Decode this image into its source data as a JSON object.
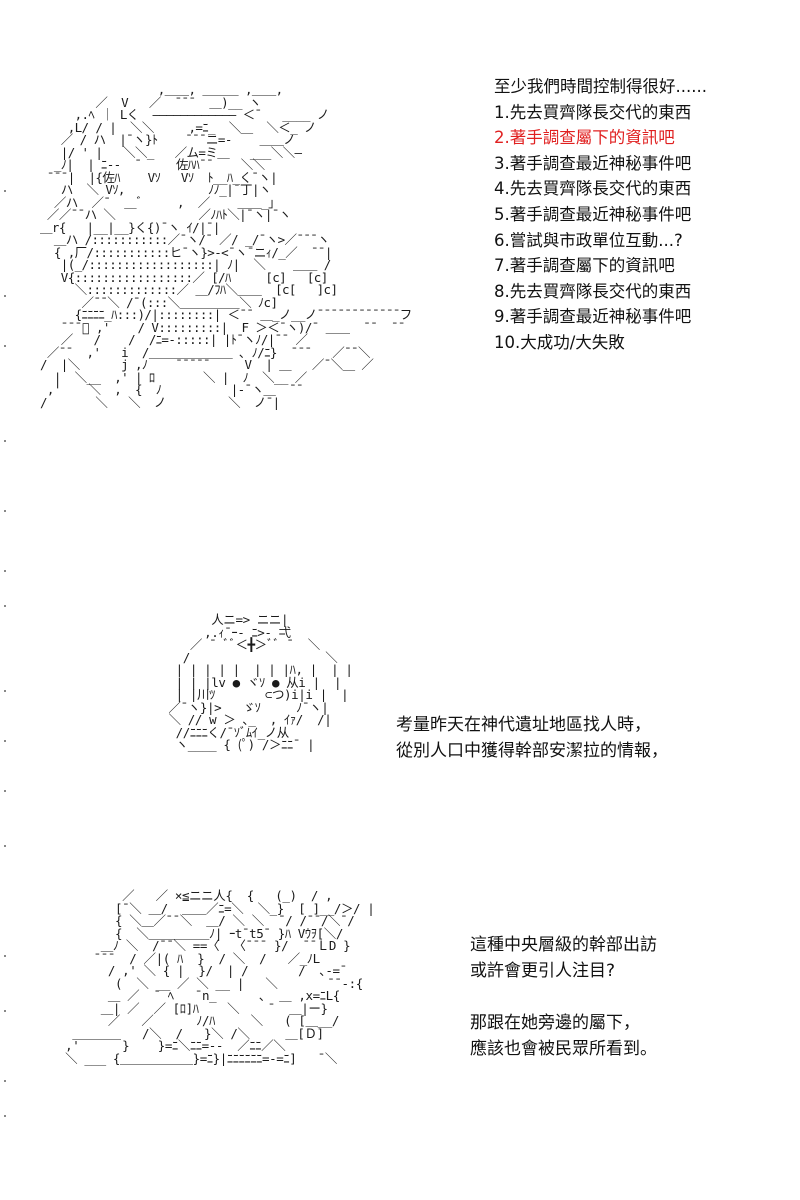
{
  "panel1": {
    "ascii_art": "                 ,＿＿, ＿＿＿ ,＿＿,\n        ／  V   ／  ¯¯¯  ＿)__ ヽ\n     ,.ﾍ ｜ Lく  ―――――――――――― ＜¯   ____ ノ\n    ,L/ / |  ＼＼     ,=ﾆ_  ＼＿  ＼＜_ ノ\n   ／ / ハ  |¯ヽ}ﾄ    ¯¯¯ニ=-    ＿＿ノ\n   |/ ' |   ＼＼_   ／ム=ミ＿   ___＼＼―\n  _ﾉ|  | ﾆ--  ¯     佐ﾊﾊ¯¯    ＼＼\n ¯¯¯|  |{佐ﾊ    Vｿ   Vｿ  ﾄ__ﾊ_く¯ヽ|\n   ハ  ＼ Vｿ,            ﾉﾉ_|¯丁|ヽ\n  ／ハ  ／¯  ＿ﾞ     ,  ／    ＿＿_」\n ／／¯¯ハ ＼            ／ﾉﾊﾄ＼|¯ヽ|¯ヽ\n＿r{   |__|__}く{)¯ヽ ｲ/|¯|\n  ＿ハ /:::::::::::／¯ヽ/¯ ／/ _/¯ヽ>／¯¯¯ヽ\n  { ,厂/:::::::::::ヒ¯ヽ}>-<¯ヽ¯ニｨ/_／  ¯¯|\n   |(_/::::::::::::::::::| ﾉ|  ＼    ＿＿ /\n   V{:::::::::::::::::／ [/ﾊ     [c]   [c]\n     ＼:::::::::::::／ ＿/ﾌﾊ＼＿＿  [c[   ]c]\n      ／¯¯＼ /¯(:::＼＿＿＿＿＿＼ ﾉc]\n     {ﾆﾆﾆﾆ_ﾊ:::)/|::::::::| ＜¯¯ ＿_ノ__ノ¯¯¯¯¯¯¯¯¯¯¯¯フ\n   ¯¯¯ﾞ ,'    / V:::::::::|  F ＞＜¯ヽ)/¯ ＿＿  ¯¯  ¯¯\n   ／   /    /  /ﾆ=-:::::| |ﾄ¯ヽﾉ/|¯¯ ／\n ／¯¯  ,'   i  /＿＿＿＿＿＿＿ ､ ﾉ/ﾆ}  ¯¯¯   ／¯¯＼\n/  |＼      j ,ﾉ    ¯¯¯¯¯     V  | ＿   ／¯＼＿ ／\n  |  ＼__  ,' | ﾛ       ＼ |  ﾉ  ＼__ ／\n ,'    ＼  ,  {  ﾉ          |-¯ヽ＿  ¯¯\n/       ＼   ＼  ノ         ＼  ノ¯|",
    "items": [
      {
        "text": "至少我們時間控制得很好......"
      },
      {
        "text": "1.先去買齊隊長交代的東西"
      },
      {
        "text": "2.著手調查屬下的資訊吧",
        "highlighted": true
      },
      {
        "text": "3.著手調查最近神秘事件吧"
      },
      {
        "text": "4.先去買齊隊長交代的東西"
      },
      {
        "text": "5.著手調查最近神秘事件吧"
      },
      {
        "text": "6.嘗試與市政單位互動...?"
      },
      {
        "text": "7.著手調查屬下的資訊吧"
      },
      {
        "text": "8.先去買齊隊長交代的東西"
      },
      {
        "text": "9.著手調查最近神秘事件吧"
      },
      {
        "text": "10.大成功/大失敗"
      }
    ]
  },
  "panel2": {
    "ascii_art": "          人ニ=> ニニ|\n         ,.ｨ¯ｰ- ﾆ>- 弌\n       ／ ¯ ﾞﾞ＜╋＞ﾞﾞ ¯  ＼\n      /                   ＼\n     | | | | |  | | |ﾊ, |  | |\n     | | |lv ● ヾｿ ● 从i |  |\n     | |川ﾂ       ⊂つ)i|i |  |\n    ／¯ヽ}|>   ゞｿ     ﾉ¯ヽ|\n    ＼ // w ＞ ､_  , ｲｧ/  /|\n     //ﾆﾆﾆく/¯ｿﾞﾑｲ_ノ从\n     ヽ____ { (ﾟ) /＞ﾆﾆ¯ |",
    "lines": [
      {
        "text": "考量昨天在神代遺址地區找人時，"
      },
      {
        "text": "從別人口中獲得幹部安潔拉的情報，"
      }
    ]
  },
  "panel3": {
    "ascii_art": "         ／   ／ ×≦ニニ人{  {   (_)  / ,\n        [¯＼ ＿/  ＿＿／ﾆ=＼  ＼_}  [ ]__/＞/ |\n        { ＼＿／¯¯＼  ＿/ ＼ ＼  ¯/ /¯¯/＼¯/\n        {  ＼＿＿＿＿＿ﾉ| ｰt¯t5¯ }ﾊ Vｳｦ[＼/\n      ＿ﾉ ＼  /¯¯＼ ==〈  〈¯¯¯ }/  ¯¯ＬD }\n     ¯¯¯  / ／|( ﾊ  }  / ＼  /   ／_ﾉL\n       / ,' ＼ { |  }/  | /       /  ､-=¯\n        (  ＼ __ ／ ＼ __ |   ＼       ¯¯-:{\n       ＿ ／  ¯ ﾍ   ¯n_      ､  ＿ ,x=ﾆL{\n      ＿| ／  ／ [ﾛ]ﾊ    ＼    ¯  ＿|ー}\n       ／   ／      ﾉ/ﾊ     ＼   ( [＿__/\n  ＿＿＿＿   /＼  /   }＼ /＼     ＿[Ｄ]\n ,'      }    }=ﾆ＼ﾆﾆ=--  ／ﾆﾆ／＼\n ＼ ___ {＿＿＿＿＿＿}=ﾆ}|ﾆﾆﾆﾆﾆﾆ=-=ﾆ]   ¯＼",
    "lines": [
      {
        "text": "這種中央層級的幹部出訪"
      },
      {
        "text": "或許會更引人注目?"
      },
      {
        "text": ""
      },
      {
        "text": "那跟在她旁邊的屬下，"
      },
      {
        "text": "應該也會被民眾所看到。"
      }
    ]
  },
  "colors": {
    "text": "#111111",
    "highlight": "#e02020",
    "background": "#ffffff"
  }
}
